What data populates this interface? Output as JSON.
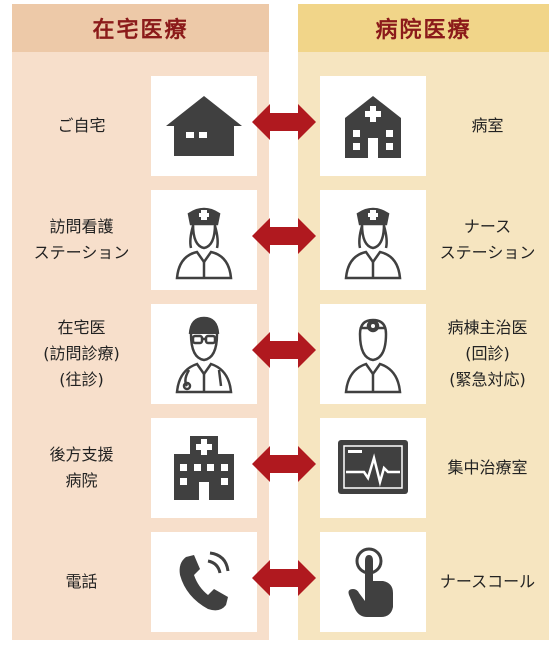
{
  "home_care": {
    "title": "在宅医療",
    "items": [
      {
        "label": "ご自宅",
        "icon": "house-icon"
      },
      {
        "label": "訪問看護\nステーション",
        "icon": "nurse-icon"
      },
      {
        "label": "在宅医\n(訪問診療)\n(往診)",
        "icon": "doctor-icon"
      },
      {
        "label": "後方支援\n病院",
        "icon": "hospital-icon"
      },
      {
        "label": "電話",
        "icon": "phone-icon"
      }
    ]
  },
  "hospital_care": {
    "title": "病院医療",
    "items": [
      {
        "label": "病室",
        "icon": "hospital-room-icon"
      },
      {
        "label": "ナース\nステーション",
        "icon": "nurse-icon"
      },
      {
        "label": "病棟主治医\n(回診)\n(緊急対応)",
        "icon": "physician-icon"
      },
      {
        "label": "集中治療室",
        "icon": "monitor-icon"
      },
      {
        "label": "ナースコール",
        "icon": "nurse-call-icon"
      }
    ]
  },
  "colors": {
    "left_bg": "#f7dfcb",
    "left_header": "#edc9a8",
    "right_bg": "#f6e5c0",
    "right_header": "#f1d589",
    "title_text": "#8b1a1a",
    "arrow": "#b0191f",
    "icon": "#404040"
  }
}
